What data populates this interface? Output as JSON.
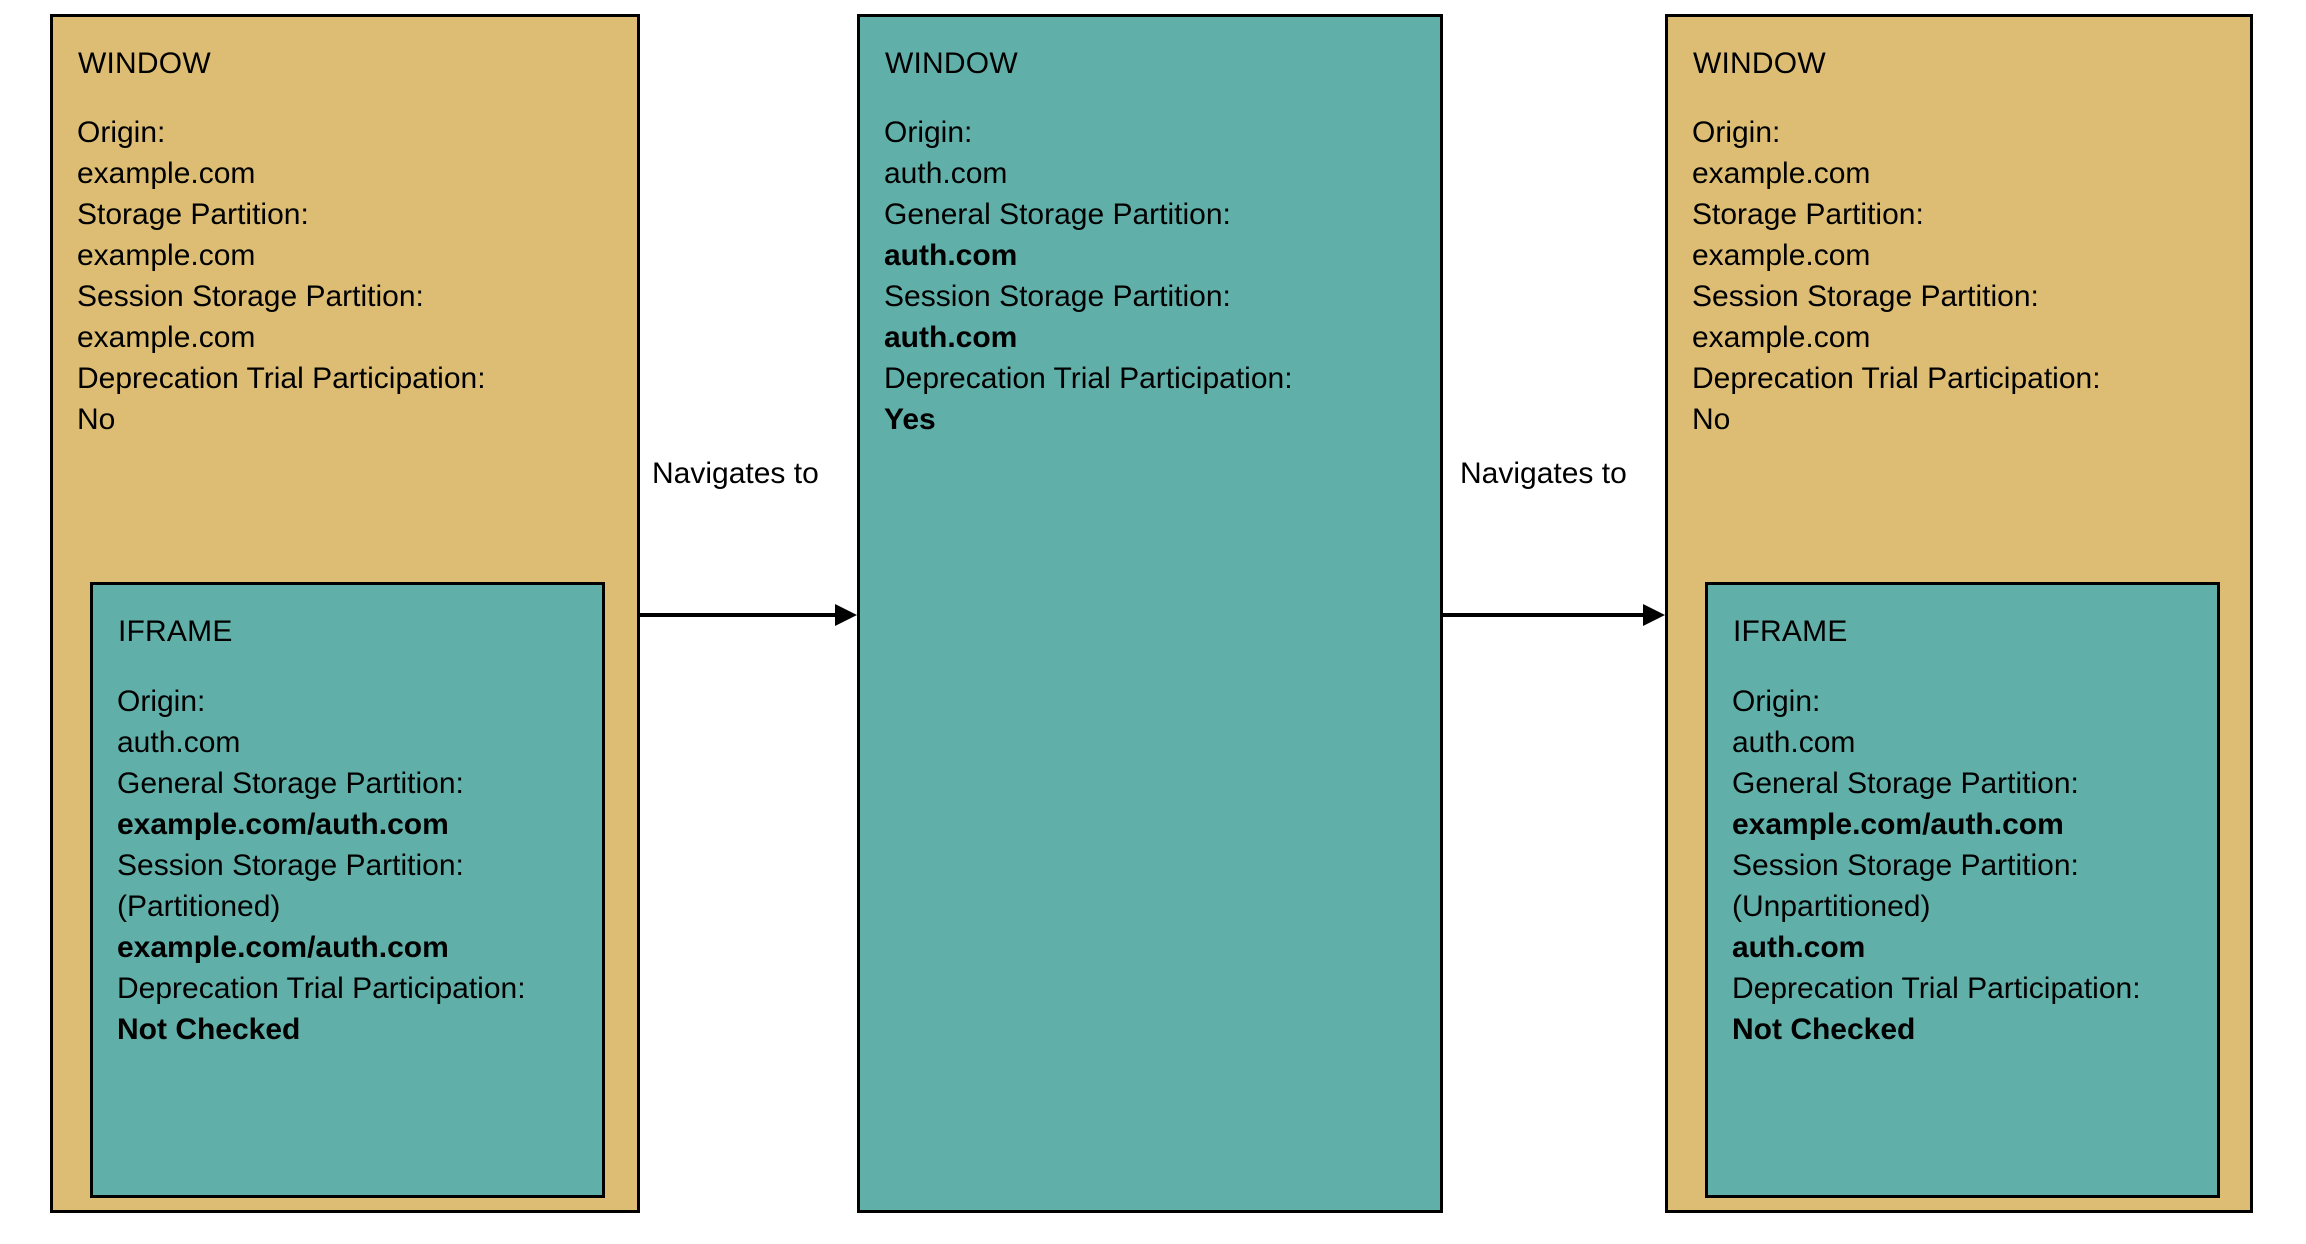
{
  "diagram": {
    "colors": {
      "window_fill": "#dcbd73",
      "iframe_fill": "#60afa8",
      "border": "#000000",
      "background": "#ffffff"
    },
    "panels": [
      {
        "id": "panel-1",
        "kind": "window",
        "fill": "#dcbd73",
        "title": "WINDOW",
        "fields": [
          {
            "key": "Origin:",
            "value": "example.com",
            "bold": false
          },
          {
            "key": "Storage Partition:",
            "value": "example.com",
            "bold": false
          },
          {
            "key": "Session Storage Partition:",
            "value": "example.com",
            "bold": false
          },
          {
            "key": "Deprecation Trial Participation:",
            "value": "No",
            "bold": false
          }
        ],
        "iframe": {
          "title": "IFRAME",
          "fill": "#60afa8",
          "fields": [
            {
              "key": "Origin:",
              "value": "auth.com",
              "bold": false
            },
            {
              "key": "General Storage Partition:",
              "value": "example.com/auth.com",
              "bold": true
            },
            {
              "key": "Session Storage Partition:",
              "sub": "(Partitioned)",
              "value": "example.com/auth.com",
              "bold": true
            },
            {
              "key": "Deprecation Trial Participation:",
              "value": "Not Checked",
              "bold": true
            }
          ]
        }
      },
      {
        "id": "panel-2",
        "kind": "window",
        "fill": "#60afa8",
        "title": "WINDOW",
        "fields": [
          {
            "key": "Origin:",
            "value": "auth.com",
            "bold": false
          },
          {
            "key": "General Storage Partition:",
            "value": "auth.com",
            "bold": true
          },
          {
            "key": "Session Storage Partition:",
            "value": "auth.com",
            "bold": true
          },
          {
            "key": "Deprecation Trial Participation:",
            "value": "Yes",
            "bold": true
          }
        ],
        "iframe": null
      },
      {
        "id": "panel-3",
        "kind": "window",
        "fill": "#dcbd73",
        "title": "WINDOW",
        "fields": [
          {
            "key": "Origin:",
            "value": "example.com",
            "bold": false
          },
          {
            "key": "Storage Partition:",
            "value": "example.com",
            "bold": false
          },
          {
            "key": "Session Storage Partition:",
            "value": "example.com",
            "bold": false
          },
          {
            "key": "Deprecation Trial Participation:",
            "value": "No",
            "bold": false
          }
        ],
        "iframe": {
          "title": "IFRAME",
          "fill": "#60afa8",
          "fields": [
            {
              "key": "Origin:",
              "value": "auth.com",
              "bold": false
            },
            {
              "key": "General Storage Partition:",
              "value": "example.com/auth.com",
              "bold": true
            },
            {
              "key": "Session Storage Partition:",
              "sub": "(Unpartitioned)",
              "value": "auth.com",
              "bold": true
            },
            {
              "key": "Deprecation Trial Participation:",
              "value": "Not Checked",
              "bold": true
            }
          ]
        }
      }
    ],
    "arrows": [
      {
        "id": "arrow-1",
        "label": "Navigates to"
      },
      {
        "id": "arrow-2",
        "label": "Navigates to"
      }
    ]
  }
}
